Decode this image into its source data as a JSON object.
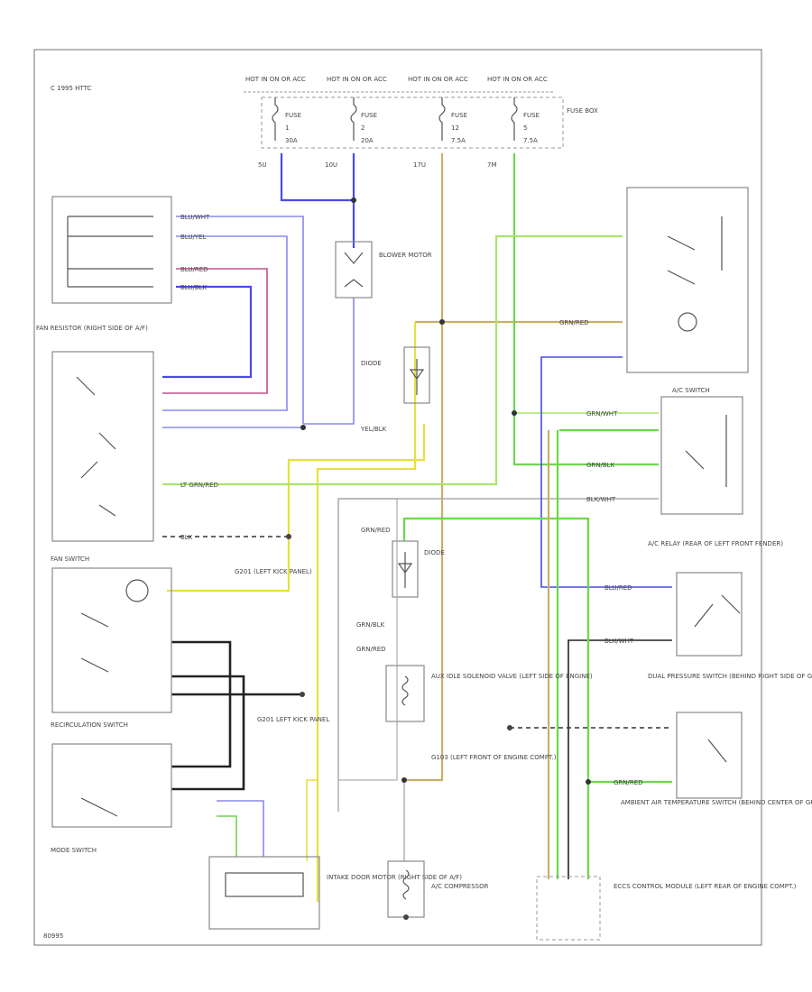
{
  "page": {
    "code": "C 1995 HTTC",
    "figure_number": "80995"
  },
  "fuse_block": {
    "label": "FUSE BOX",
    "fuses": [
      {
        "hot": "HOT IN ON OR ACC",
        "name": "FUSE",
        "num": "1",
        "amp": "30A",
        "terminal": "5U"
      },
      {
        "hot": "HOT IN ON OR ACC",
        "name": "FUSE",
        "num": "2",
        "amp": "20A",
        "terminal": "10U"
      },
      {
        "hot": "HOT IN ON OR ACC",
        "name": "FUSE",
        "num": "12",
        "amp": "7.5A",
        "terminal": "17U"
      },
      {
        "hot": "HOT IN ON OR ACC",
        "name": "FUSE",
        "num": "5",
        "amp": "7.5A",
        "terminal": "7M"
      }
    ]
  },
  "components": {
    "blower_motor": "BLOWER MOTOR",
    "fan_resistor": "FAN RESISTOR (RIGHT SIDE OF A/F)",
    "fan_switch": "FAN SWITCH",
    "recirc_switch": "RECIRCULATION SWITCH",
    "mode_switch": "MODE SWITCH",
    "diode_top": "DIODE",
    "diode_mid": "DIODE",
    "ac_switch": "A/C SWITCH",
    "ac_relay": "A/C RELAY (REAR OF LEFT FRONT FENDER)",
    "dual_pressure": "DUAL PRESSURE SWITCH (BEHIND RIGHT SIDE OF GRILLE)",
    "ambient_switch": "AMBIENT AIR TEMPERATURE SWITCH (BEHIND CENTER OF GRILLE)",
    "solenoid": "AUX IDLE SOLENOID VALVE (LEFT SIDE OF ENGINE)",
    "compressor": "A/C COMPRESSOR",
    "intake_door": "INTAKE DOOR MOTOR (RIGHT SIDE OF A/F)",
    "ecm": "ECCS CONTROL MODULE (LEFT REAR OF ENGINE COMPT.)"
  },
  "ground_labels": {
    "g1": "G201 (LEFT KICK PANEL)",
    "g2": "G201 LEFT KICK PANEL",
    "g3": "G103 (LEFT FRONT OF ENGINE COMPT.)"
  },
  "wire_labels": {
    "blu_wht": "BLU/WHT",
    "blu_yel": "BLU/YEL",
    "blu_red": "BLU/RED",
    "blu_blk": "BLU/BLK",
    "lt_grn_red": "LT GRN/RED",
    "grn_red": "GRN/RED",
    "yel_blk": "YEL/BLK",
    "blk": "BLK",
    "grn_wht": "GRN/WHT",
    "blk_wht": "BLK/WHT",
    "grn_blk": "GRN/BLK",
    "blu_red2": "BLU/RED",
    "blk_wht2": "BLK/WHT",
    "grn_red2": "GRN/RED",
    "diode_wire": "GRN/RED",
    "grn_blk2": "GRN/BLK",
    "grn_red3": "GRN/RED"
  },
  "colors": {
    "blue": "#4a4ae8",
    "lt_blue": "#8888f0",
    "pink": "#c0508a",
    "tan": "#c8b06a",
    "green": "#6ad84a",
    "yellow": "#e6e040",
    "lt_green": "#a8e66a",
    "black": "#222222",
    "gray": "#888888"
  }
}
